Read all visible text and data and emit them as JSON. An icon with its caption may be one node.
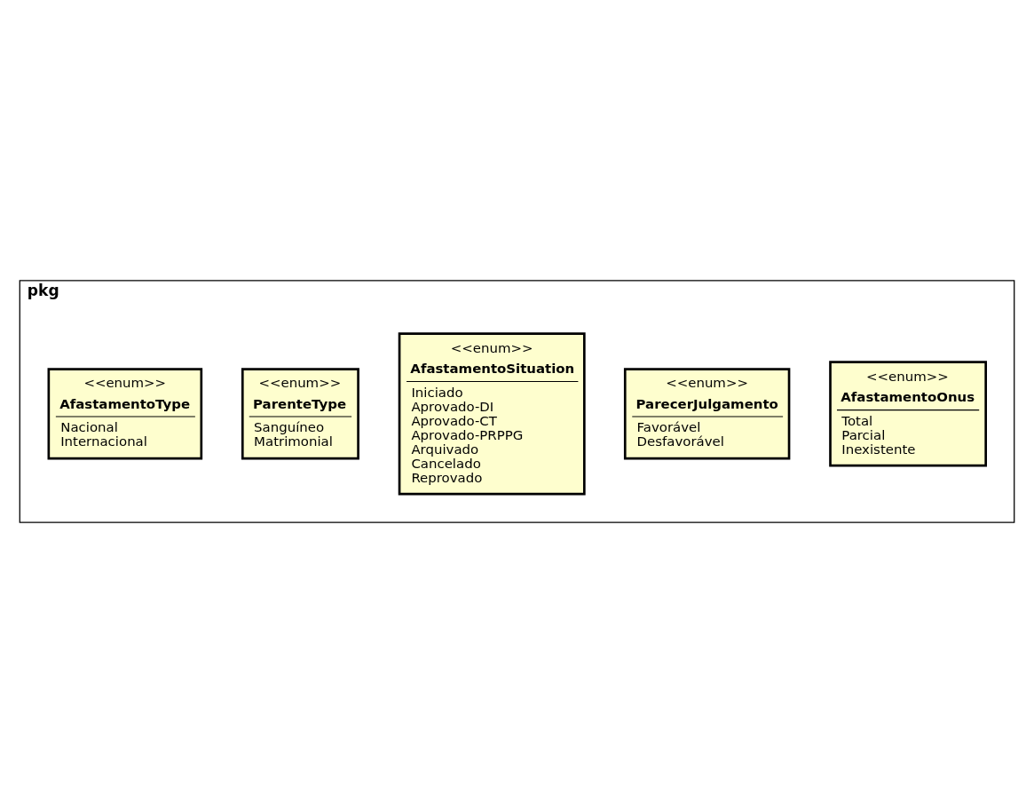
{
  "diagram": {
    "nodes": [
      {
        "text": [
          "pkg"
        ]
      },
      {
        "text": [
          "<<enum>>",
          "AfastamentoOnus",
          "Total",
          "Parcial",
          "Inexistente"
        ],
        "in": 0
      },
      {
        "text": [
          "<<enum>>",
          "ParecerJulgamento",
          "Favorável",
          "Desfavorável"
        ],
        "in": 0
      },
      {
        "text": [
          "<<enum>>",
          "AfastamentoSituation",
          "Iniciado",
          "Aprovado-DI",
          "Aprovado-CT",
          "Aprovado-PRPPG",
          "Arquivado",
          "Cancelado",
          "Reprovado"
        ],
        "in": 0
      },
      {
        "text": [
          "<<enum>>",
          "ParenteType",
          "Sanguíneo",
          "Matrimonial"
        ],
        "in": 0
      },
      {
        "text": [
          "<<enum>>",
          "AfastamentoType",
          "Nacional",
          "Internacional"
        ],
        "in": 0
      }
    ],
    "edges": []
  }
}
